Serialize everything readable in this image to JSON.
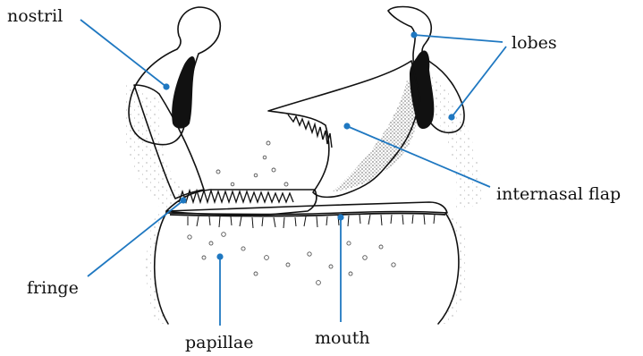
{
  "labels": {
    "nostril": "nostril",
    "lobes": "lobes",
    "internasal_flap": "internasal flap",
    "fringe": "fringe",
    "papillae": "papillae",
    "mouth": "mouth"
  },
  "colors": {
    "leader": "#1f78c1",
    "ink": "#111111"
  }
}
